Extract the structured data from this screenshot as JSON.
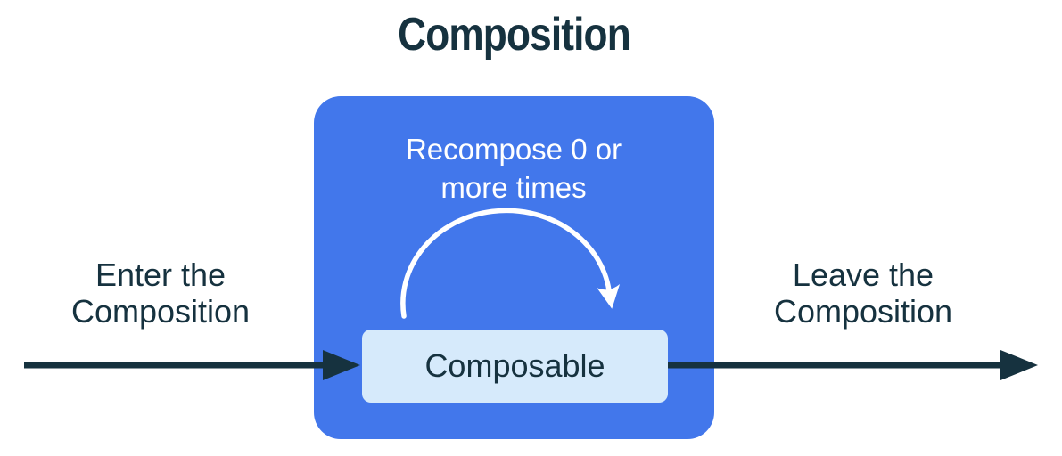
{
  "title": "Composition",
  "colors": {
    "dark": "#16323F",
    "blue": "#4277EB",
    "light_blue": "#D6EAFB",
    "white": "#FFFFFF",
    "bg": "#FFFFFF"
  },
  "diagram": {
    "enter_label": "Enter the Composition",
    "leave_label": "Leave the Composition",
    "recompose_label": "Recompose 0 or more times",
    "composable_label": "Composable"
  }
}
